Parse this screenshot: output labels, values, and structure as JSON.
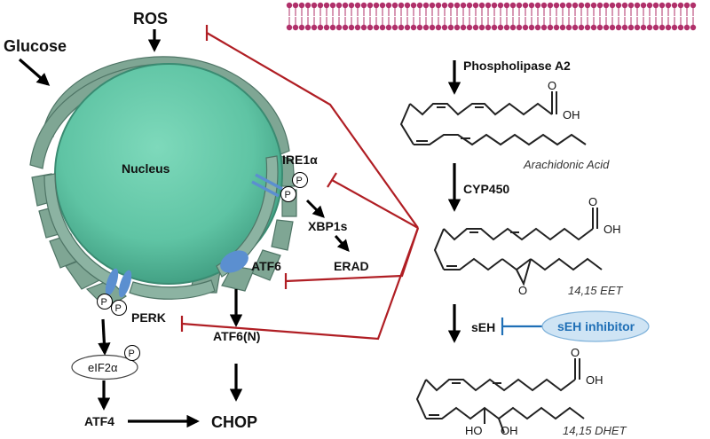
{
  "inputs": {
    "ros": "ROS",
    "glucose": "Glucose"
  },
  "cell": {
    "nucleus": "Nucleus",
    "ire1": "IRE1α",
    "xbp1s": "XBP1s",
    "erad": "ERAD",
    "atf6": "ATF6",
    "atf6n": "ATF6(N)",
    "perk": "PERK",
    "eif2a": "eIF2α",
    "atf4": "ATF4",
    "chop": "CHOP",
    "phospho": "P"
  },
  "pathway": {
    "pla2": "Phospholipase A2",
    "aa_label": "Arachidonic Acid",
    "cyp450": "CYP450",
    "eet_label": "14,15 EET",
    "seh": "sEH",
    "seh_inhibitor": "sEH inhibitor",
    "dhet_label": "14,15 DHET"
  },
  "chem": {
    "oh": "OH",
    "o": "O",
    "ho": "HO"
  },
  "colors": {
    "inhibition_red": "#b01e24",
    "inhibitor_blue": "#1f6fb6",
    "inhibitor_fill": "#cfe4f4",
    "nucleus_green": "#5fc4a4",
    "er_green": "#7fa694",
    "protein_blue": "#5b8fd0"
  }
}
